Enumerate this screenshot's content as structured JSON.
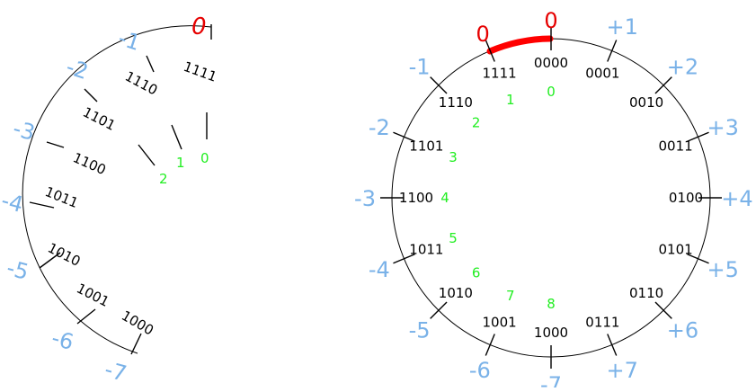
{
  "colors": {
    "signed_label": "#7ab2e8",
    "zero_label": "#e60000",
    "step_number": "#22ee22",
    "binary_text": "#000000",
    "line": "#000000",
    "highlight_arc": "#ff0000"
  },
  "left_wheel": {
    "entries": [
      {
        "code": "1111",
        "label": "0"
      },
      {
        "code": "1110",
        "label": "-1"
      },
      {
        "code": "1101",
        "label": "-2"
      },
      {
        "code": "1100",
        "label": "-3"
      },
      {
        "code": "1011",
        "label": "-4"
      },
      {
        "code": "1010",
        "label": "-5"
      },
      {
        "code": "1001",
        "label": "-6"
      },
      {
        "code": "1000",
        "label": "-7"
      }
    ],
    "steps": [
      "0",
      "1",
      "2"
    ]
  },
  "right_wheel": {
    "entries": [
      {
        "code": "0000",
        "label": "0",
        "step": "0"
      },
      {
        "code": "0001",
        "label": "+1",
        "step": ""
      },
      {
        "code": "0010",
        "label": "+2",
        "step": ""
      },
      {
        "code": "0011",
        "label": "+3",
        "step": ""
      },
      {
        "code": "0100",
        "label": "+4",
        "step": ""
      },
      {
        "code": "0101",
        "label": "+5",
        "step": ""
      },
      {
        "code": "0110",
        "label": "+6",
        "step": ""
      },
      {
        "code": "0111",
        "label": "+7",
        "step": ""
      },
      {
        "code": "1000",
        "label": "-7",
        "step": "8"
      },
      {
        "code": "1001",
        "label": "-6",
        "step": "7"
      },
      {
        "code": "1010",
        "label": "-5",
        "step": "6"
      },
      {
        "code": "1011",
        "label": "-4",
        "step": "5"
      },
      {
        "code": "1100",
        "label": "-3",
        "step": "4"
      },
      {
        "code": "1101",
        "label": "-2",
        "step": "3"
      },
      {
        "code": "1110",
        "label": "-1",
        "step": "2"
      },
      {
        "code": "1111",
        "label": "0",
        "step": "1"
      }
    ]
  }
}
